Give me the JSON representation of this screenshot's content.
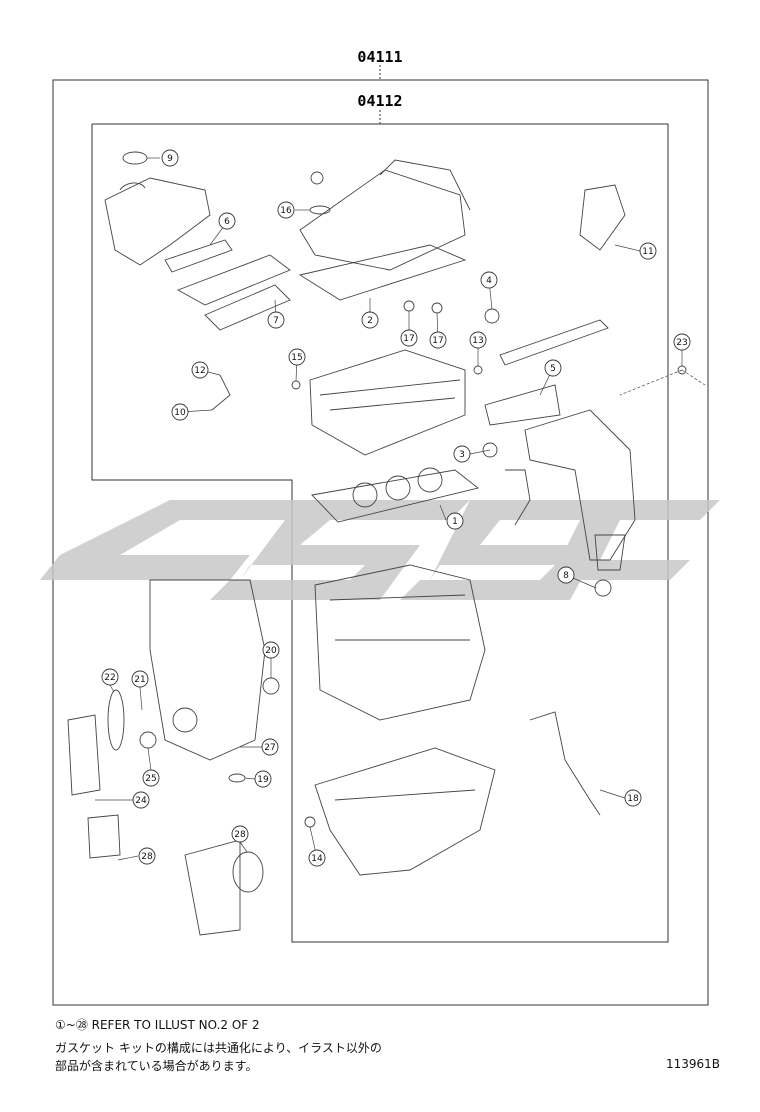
{
  "header": {
    "outer_code": "04111",
    "inner_code": "04112"
  },
  "callouts": [
    "1",
    "2",
    "3",
    "4",
    "5",
    "6",
    "7",
    "8",
    "9",
    "10",
    "11",
    "12",
    "13",
    "14",
    "15",
    "16",
    "17",
    "17",
    "18",
    "19",
    "20",
    "21",
    "22",
    "23",
    "24",
    "25",
    "27",
    "28",
    "28"
  ],
  "notes": {
    "refer": "①~㉘ REFER TO ILLUST NO.2 OF 2",
    "jp_line1": "ガスケット キットの構成には共通化により、イラスト以外の",
    "jp_line2": "部品が含まれている場合があります。",
    "illus_id": "113961B"
  },
  "watermark": {
    "color": "#c8c8c8"
  }
}
